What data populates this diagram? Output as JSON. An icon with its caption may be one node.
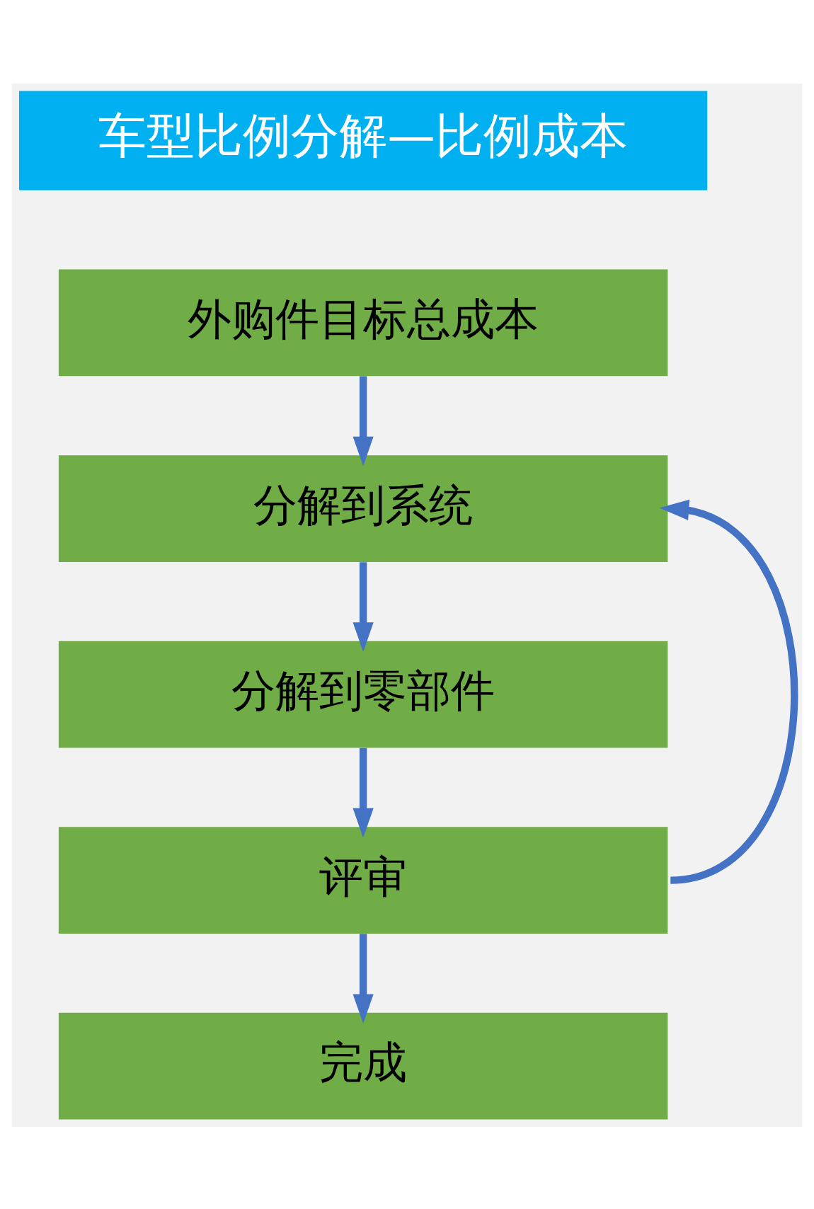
{
  "diagram": {
    "nodes": [
      {
        "text": [
          "车型比例分解—比例成本"
        ]
      },
      {
        "text": [
          "外购件目标总成本"
        ]
      },
      {
        "text": [
          "分解到系统"
        ]
      },
      {
        "text": [
          "分解到零部件"
        ]
      },
      {
        "text": [
          "评审"
        ]
      },
      {
        "text": [
          "完成"
        ]
      }
    ],
    "edges": [
      {
        "from": 1,
        "to": 2,
        "arrow": "to"
      },
      {
        "from": 2,
        "to": 3,
        "arrow": "to"
      },
      {
        "from": 3,
        "to": 4,
        "arrow": "to"
      },
      {
        "from": 4,
        "to": 2,
        "arrow": "to"
      },
      {
        "from": 4,
        "to": 5,
        "arrow": "to"
      }
    ]
  }
}
